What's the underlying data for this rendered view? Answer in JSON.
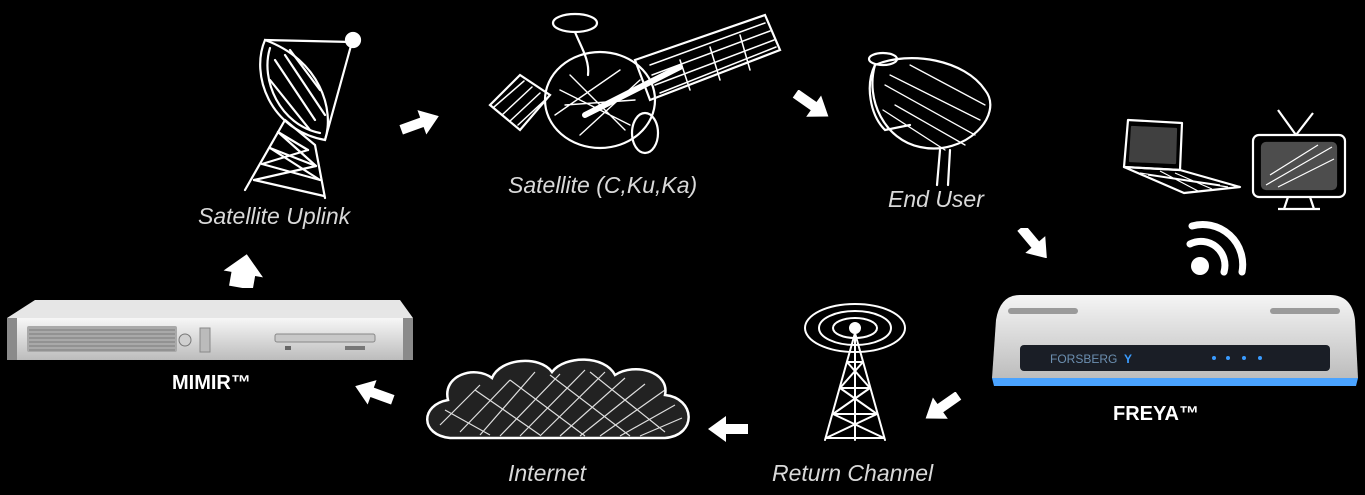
{
  "nodes": {
    "uplink": "Satellite Uplink",
    "satellite": "Satellite (C,Ku,Ka)",
    "end_user": "End User",
    "freya": "FREYA™",
    "return_channel": "Return Channel",
    "internet": "Internet",
    "mimir": "MIMIR™"
  },
  "colors": {
    "background": "#000000",
    "label": "#d9d9d9",
    "device_label": "#ffffff",
    "arrow": "#ffffff"
  }
}
